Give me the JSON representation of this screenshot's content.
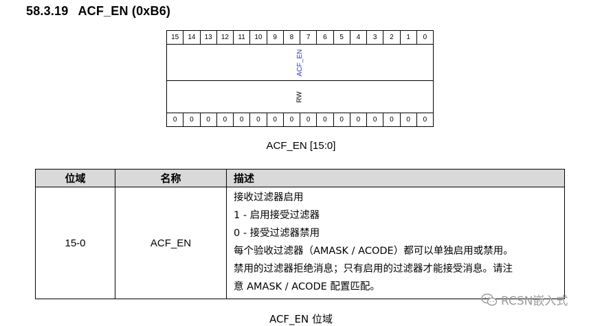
{
  "heading": {
    "number": "58.3.19",
    "title": "ACF_EN (0xB6)"
  },
  "register": {
    "bits": [
      "15",
      "14",
      "13",
      "12",
      "11",
      "10",
      "9",
      "8",
      "7",
      "6",
      "5",
      "4",
      "3",
      "2",
      "1",
      "0"
    ],
    "field_name": "ACF_EN",
    "access": "RW",
    "reset": [
      "0",
      "0",
      "0",
      "0",
      "0",
      "0",
      "0",
      "0",
      "0",
      "0",
      "0",
      "0",
      "0",
      "0",
      "0",
      "0"
    ],
    "caption": "ACF_EN [15:0]"
  },
  "field_table": {
    "headers": [
      "位域",
      "名称",
      "描述"
    ],
    "rows": [
      {
        "bits": "15-0",
        "name": "ACF_EN",
        "description": [
          "接收过滤器启用",
          "1 - 启用接受过滤器",
          "0 - 接受过滤器禁用",
          "每个验收过滤器（AMASK / ACODE）都可以单独启用或禁用。",
          "禁用的过滤器拒绝消息；只有启用的过滤器才能接受消息。请注",
          "意 AMASK / ACODE 配置匹配。"
        ]
      }
    ],
    "caption": "ACF_EN 位域"
  },
  "watermark": {
    "text": "RCSN嵌入式",
    "icon": "wechat-icon"
  }
}
